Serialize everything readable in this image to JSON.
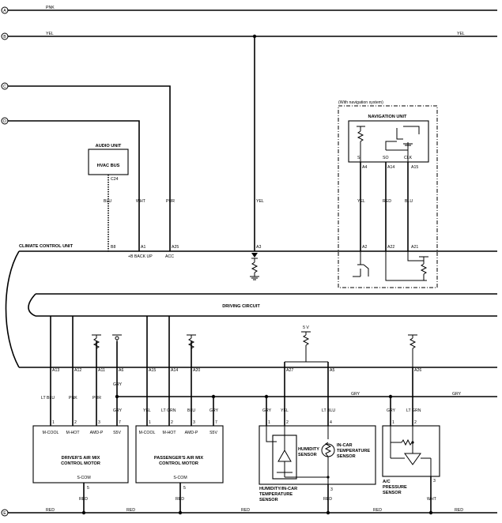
{
  "rails": {
    "a": {
      "letter": "A",
      "color": "PNK"
    },
    "b": {
      "letter": "B",
      "color_left": "YEL",
      "color_right": "YEL"
    },
    "c": {
      "letter": "C"
    },
    "d": {
      "letter": "D"
    },
    "e": {
      "letter": "E",
      "color": "RED"
    }
  },
  "audio_unit": {
    "title": "AUDIO UNIT",
    "bus": "HVAC BUS",
    "pin": "C24",
    "wire": "BLU"
  },
  "navigation": {
    "note": "(With navigation system)",
    "title": "NAVIGATION UNIT",
    "terminals": [
      "SI",
      "SO",
      "CLK"
    ],
    "pins": [
      "A4",
      "A14",
      "A15"
    ],
    "wires": [
      "YEL",
      "RED",
      "BLU"
    ],
    "ccu_pins": [
      "A2",
      "A22",
      "A21"
    ]
  },
  "ccu": {
    "title": "CLIMATE CONTROL UNIT",
    "top_wires": [
      "WHT",
      "PUR",
      "YEL"
    ],
    "top_pins": [
      "B8",
      "A1",
      "A25",
      "A3"
    ],
    "terminal_labels": [
      "+B BACK UP",
      "ACC"
    ],
    "driving_circuit": "DRIVING CIRCUIT",
    "supply": "5 V",
    "bottom_pins": [
      "A13",
      "A12",
      "A11",
      "A6",
      "A15",
      "A14",
      "A20",
      "A27",
      "A5",
      "A26"
    ]
  },
  "wires": {
    "gry": "GRY",
    "driver": [
      "LT BLU",
      "PNK",
      "PUR"
    ],
    "passenger": [
      "YEL",
      "LT GRN",
      "BLU"
    ],
    "humidity": [
      "GRY",
      "YEL",
      "LT BLU"
    ],
    "ac": [
      "GRY",
      "LT GRN"
    ],
    "ac_out": "WHT",
    "red": "RED"
  },
  "driver_motor": {
    "terminals": [
      "M-COOL",
      "M-HOT",
      "AMD-P",
      "S5V"
    ],
    "pins": [
      "1",
      "2",
      "3",
      "7"
    ],
    "name_line1": "DRIVER'S AIR MIX",
    "name_line2": "CONTROL MOTOR",
    "common": "S-COM",
    "common_pin": "5"
  },
  "passenger_motor": {
    "terminals": [
      "M-COOL",
      "M-HOT",
      "AMD-P",
      "S5V"
    ],
    "pins": [
      "1",
      "2",
      "3",
      "7"
    ],
    "name_line1": "PASSENGER'S AIR MIX",
    "name_line2": "CONTROL MOTOR",
    "common": "S-COM",
    "common_pin": "5"
  },
  "humidity_sensor": {
    "pins": [
      "1",
      "2",
      "4",
      "3"
    ],
    "humidity_line1": "HUMIDITY",
    "humidity_line2": "SENSOR",
    "incar_line1": "IN-CAR",
    "incar_line2": "TEMPERATURE",
    "incar_line3": "SENSOR",
    "name_line1": "HUMIDITY/IN-CAR",
    "name_line2": "TEMPERATURE",
    "name_line3": "SENSOR"
  },
  "ac_sensor": {
    "pins": [
      "1",
      "2",
      "3"
    ],
    "name_line1": "A/C",
    "name_line2": "PRESSURE",
    "name_line3": "SENSOR"
  }
}
